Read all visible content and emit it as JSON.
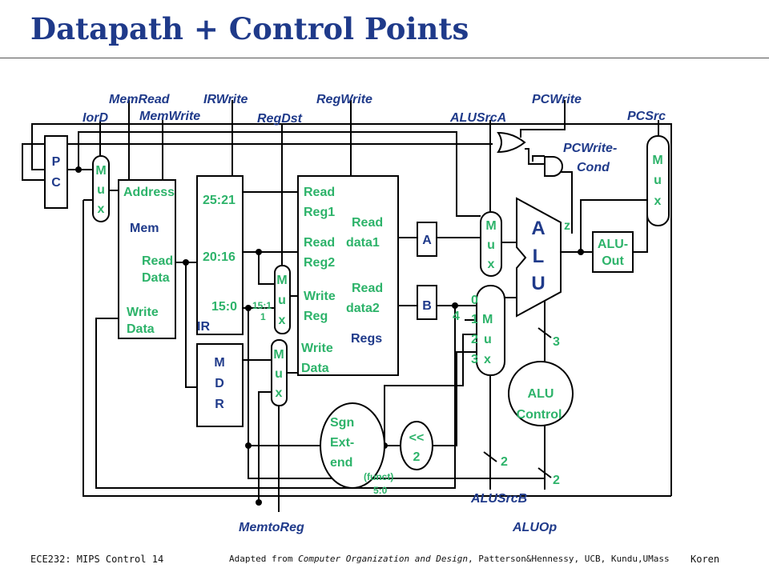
{
  "slide": {
    "title": "Datapath + Control Points",
    "footer_left": "ECE232: MIPS Control 14",
    "footer_pre": "Adapted from ",
    "footer_book": "Computer Organization and Design",
    "footer_post": ", Patterson&Hennessy, UCB, Kundu,UMass",
    "footer_right": "Koren"
  },
  "controls": {
    "iord": "IorD",
    "memread": "MemRead",
    "memwrite": "MemWrite",
    "irwrite": "IRWrite",
    "regdst": "RegDst",
    "regwrite": "RegWrite",
    "alusrca": "ALUSrcA",
    "pcwrite": "PCWrite",
    "pcwritecond": [
      "PCWrite-",
      "Cond"
    ],
    "pcsrc": "PCSrc",
    "memtoreg": "MemtoReg",
    "alusrcb": "ALUSrcB",
    "aluop": "ALUOp"
  },
  "blocks": {
    "pc": [
      "P",
      "C"
    ],
    "mux": [
      "M",
      "u",
      "x"
    ],
    "mem": {
      "name": "Mem",
      "address": "Address",
      "read_data": [
        "Read",
        "Data"
      ],
      "write_data": [
        "Write",
        "Data"
      ]
    },
    "ir": {
      "name": "IR",
      "f1": "25:21",
      "f2": "20:16",
      "f3": "15:0",
      "f4": [
        "15:1",
        "1"
      ]
    },
    "mdr": [
      "M",
      "D",
      "R"
    ],
    "regs": {
      "name": "Regs",
      "read_reg1": [
        "Read",
        "Reg1"
      ],
      "read_reg2": [
        "Read",
        "Reg2"
      ],
      "write_reg": [
        "Write",
        "Reg"
      ],
      "write_data": [
        "Write",
        "Data"
      ],
      "read_data1": [
        "Read",
        "data1"
      ],
      "read_data2": [
        "Read",
        "data2"
      ]
    },
    "a": "A",
    "b": "B",
    "alu": [
      "A",
      "L",
      "U"
    ],
    "zero": "z",
    "aluout": [
      "ALU-",
      "Out"
    ],
    "alu_control": [
      "ALU",
      "Control"
    ],
    "sign_ext": [
      "Sgn",
      "Ext-",
      "end"
    ],
    "shift": [
      "<<",
      "2"
    ],
    "funct": [
      "(funct)",
      "5:0"
    ],
    "mux4_inputs": [
      "0",
      "1",
      "2",
      "3"
    ],
    "const4": "4",
    "width3": "3",
    "width2a": "2",
    "width2b": "2"
  }
}
